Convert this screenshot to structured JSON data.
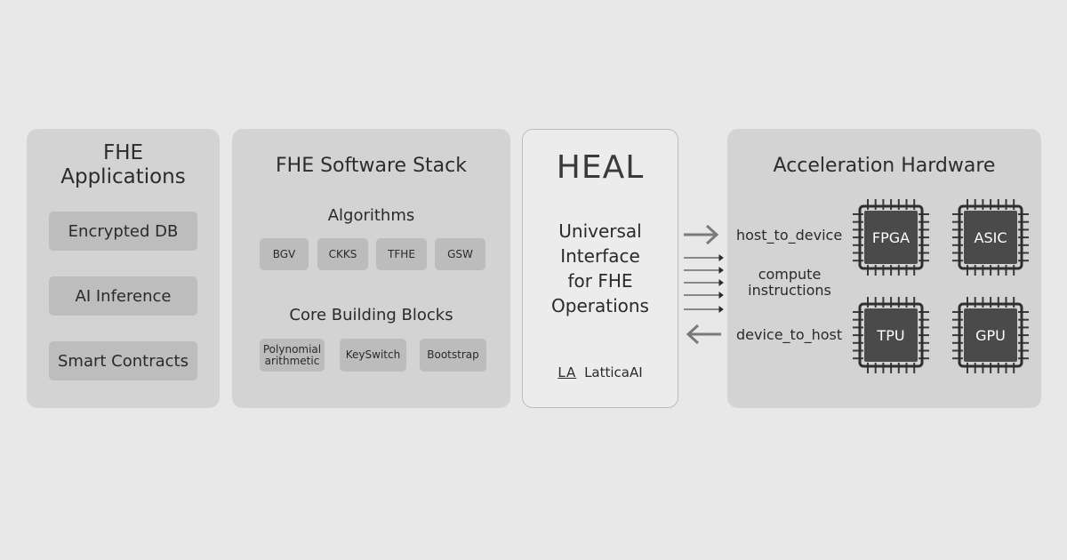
{
  "applications": {
    "title_line1": "FHE",
    "title_line2": "Applications",
    "items": [
      "Encrypted DB",
      "AI Inference",
      "Smart Contracts"
    ]
  },
  "software_stack": {
    "title": "FHE Software Stack",
    "algorithms_title": "Algorithms",
    "algorithms": [
      "BGV",
      "CKKS",
      "TFHE",
      "GSW"
    ],
    "blocks_title": "Core Building Blocks",
    "blocks": [
      {
        "line1": "Polynomial",
        "line2": "arithmetic"
      },
      {
        "line1": "KeySwitch",
        "line2": ""
      },
      {
        "line1": "Bootstrap",
        "line2": ""
      }
    ]
  },
  "heal": {
    "title": "HEAL",
    "subtitle_lines": [
      "Universal",
      "Interface",
      "for FHE",
      "Operations"
    ],
    "logo_mark": "LA",
    "logo_text": "LatticaAI"
  },
  "interface": {
    "host_to_device": "host_to_device",
    "compute_line1": "compute",
    "compute_line2": "instructions",
    "device_to_host": "device_to_host"
  },
  "hardware": {
    "title": "Acceleration Hardware",
    "chips": [
      "FPGA",
      "ASIC",
      "TPU",
      "GPU"
    ]
  },
  "colors": {
    "background": "#e8e8e8",
    "panel": "#d3d3d3",
    "heal_panel": "#ececec",
    "box": "#bdbdbd",
    "chip_body": "#4a4a4a",
    "arrow": "#7a7a7a"
  },
  "icons": [
    "arrow-right-icon",
    "arrow-left-icon",
    "chip-icon",
    "lattica-logo-icon"
  ]
}
